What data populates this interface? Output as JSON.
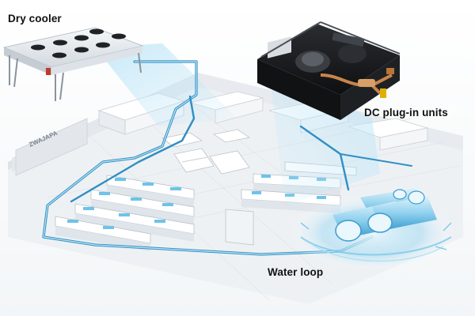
{
  "labels": {
    "dry_cooler": "Dry cooler",
    "dc_plugin_units": "DC plug-in units",
    "water_loop": "Water loop"
  },
  "store_sign": "ZWAJAPA",
  "colors": {
    "water_pipe": "#6ec3e8",
    "water_pipe_dark": "#2f8fc4",
    "floor": "#eef1f4",
    "wall": "#d9dee3",
    "unit_case": "#1b1d20",
    "copper": "#c9844a",
    "dry_cooler_body": "#e9edf1"
  }
}
